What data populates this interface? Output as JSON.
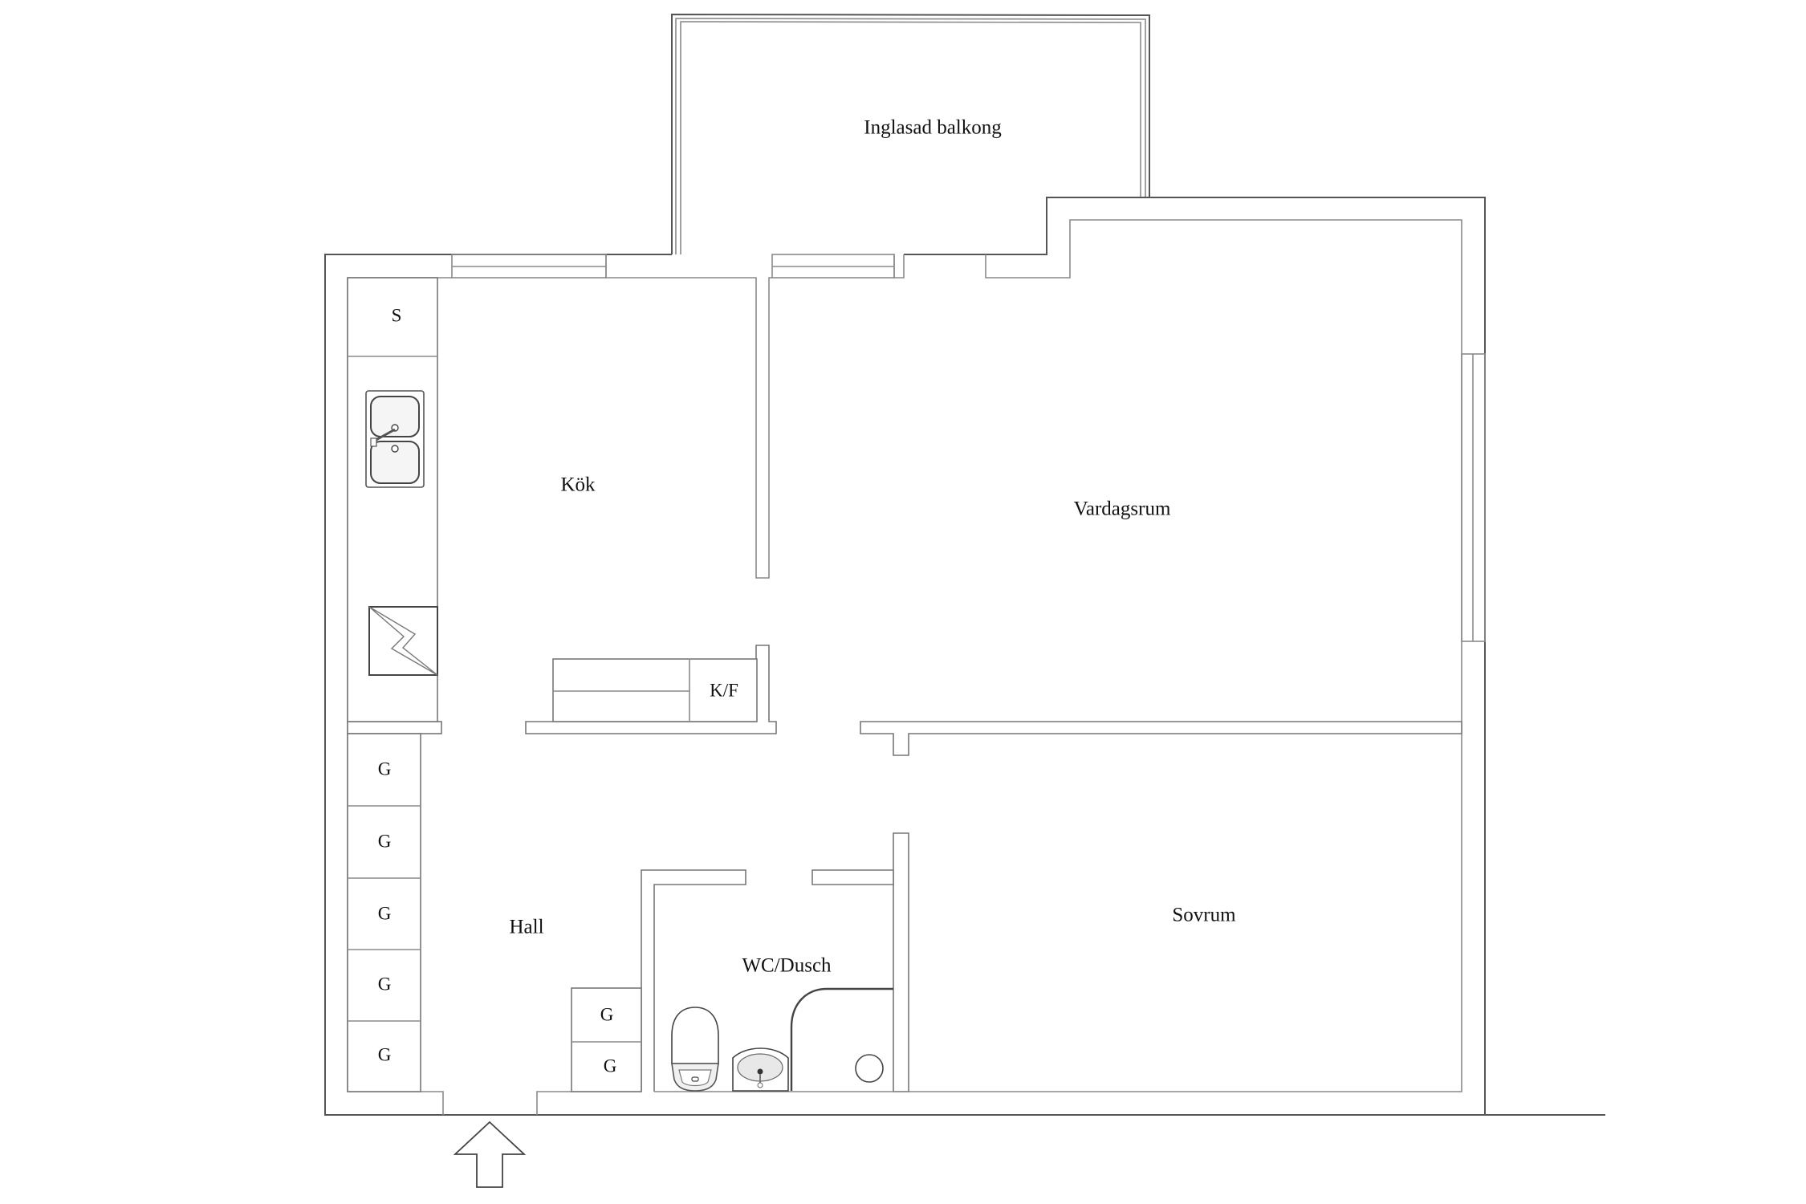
{
  "plan": {
    "rooms": {
      "balcony": "Inglasad balkong",
      "kitchen": "Kök",
      "living": "Vardagsrum",
      "bedroom": "Sovrum",
      "hall": "Hall",
      "bathroom": "WC/Dusch"
    },
    "fixtures": {
      "pantry": "S",
      "fridge_freezer": "K/F",
      "wardrobes": [
        "G",
        "G",
        "G",
        "G",
        "G"
      ],
      "hall_wardrobes": [
        "G",
        "G"
      ]
    },
    "icons": {
      "entrance": "entrance-arrow-icon",
      "sink": "kitchen-sink-icon",
      "stove": "stove-icon",
      "toilet": "toilet-icon",
      "washbasin": "washbasin-icon",
      "shower": "shower-icon"
    },
    "colors": {
      "wall": "#555555",
      "line": "#8a8a8a",
      "text": "#111111",
      "background": "#ffffff"
    }
  }
}
